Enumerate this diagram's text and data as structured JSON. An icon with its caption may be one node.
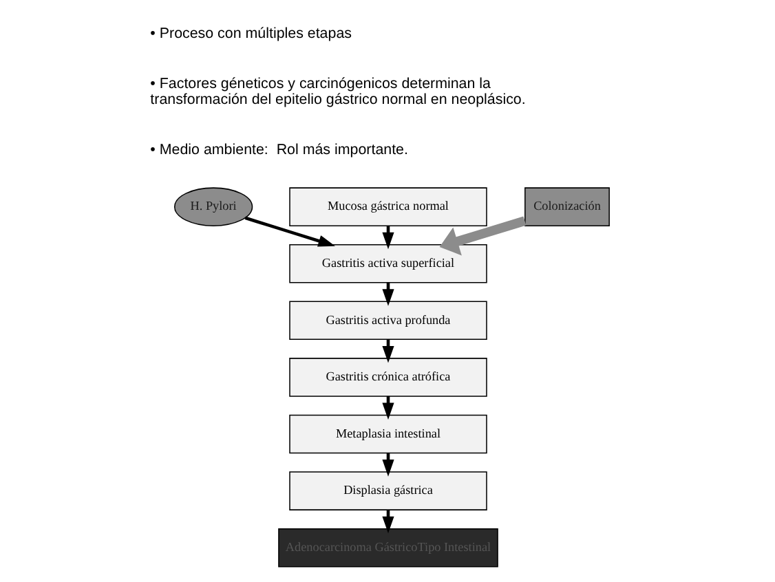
{
  "diagram": {
    "nodes": [
      {
        "text": [
          "Mucosa gástrica normal"
        ]
      },
      {
        "text": [
          "H. Pylori"
        ]
      },
      {
        "text": [
          "Colonización"
        ]
      },
      {
        "text": [
          "Gastritis activa superficial"
        ]
      },
      {
        "text": [
          "Gastritis activa profunda"
        ]
      },
      {
        "text": [
          "Gastritis crónica atrófica"
        ]
      },
      {
        "text": [
          "Metaplasia intestinal"
        ]
      },
      {
        "text": [
          "Displasia gástrica"
        ]
      },
      {
        "text": [
          "Adenocarcinoma GástricoTipo Intestinal"
        ]
      }
    ],
    "edges": [
      {
        "from": 0,
        "to": 3,
        "arrow": "to"
      },
      {
        "from": 1,
        "to": 3,
        "arrow": "to"
      },
      {
        "from": 2,
        "to": 3,
        "arrow": "to",
        "style": "thick",
        "color": "#8c8c8c"
      },
      {
        "from": 3,
        "to": 4,
        "arrow": "to"
      },
      {
        "from": 4,
        "to": 5,
        "arrow": "to"
      },
      {
        "from": 5,
        "to": 6,
        "arrow": "to"
      },
      {
        "from": 6,
        "to": 7,
        "arrow": "to"
      },
      {
        "from": 7,
        "to": 8,
        "arrow": "to"
      }
    ],
    "labels": [
      "• Proceso con múltiples etapas",
      "• Factores géneticos y carcinógenicos determinan la transformación del epitelio gástrico normal en neoplásico.",
      "• Medio ambiente:  Rol más importante."
    ]
  }
}
